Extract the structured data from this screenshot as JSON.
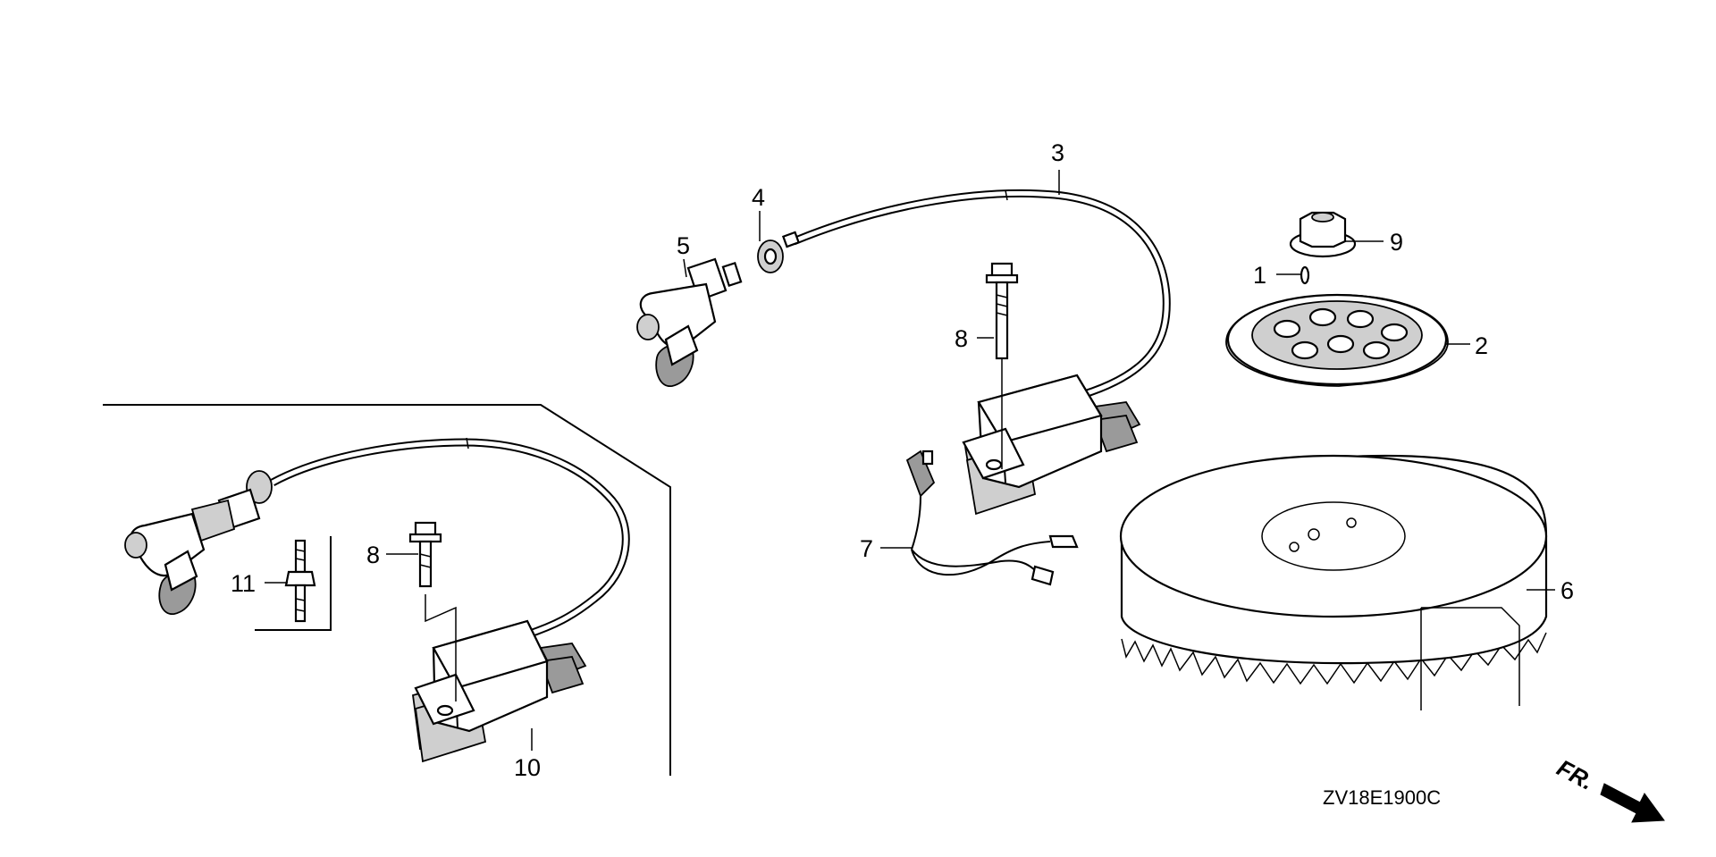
{
  "diagram": {
    "code": "ZV18E1900C",
    "direction": "FR.",
    "callouts": [
      {
        "id": "c1",
        "label": "1"
      },
      {
        "id": "c2",
        "label": "2"
      },
      {
        "id": "c3",
        "label": "3"
      },
      {
        "id": "c4",
        "label": "4"
      },
      {
        "id": "c5",
        "label": "5"
      },
      {
        "id": "c6",
        "label": "6"
      },
      {
        "id": "c7",
        "label": "7"
      },
      {
        "id": "c8a",
        "label": "8"
      },
      {
        "id": "c8b",
        "label": "8"
      },
      {
        "id": "c9",
        "label": "9"
      },
      {
        "id": "c10",
        "label": "10"
      },
      {
        "id": "c11",
        "label": "11"
      }
    ]
  }
}
